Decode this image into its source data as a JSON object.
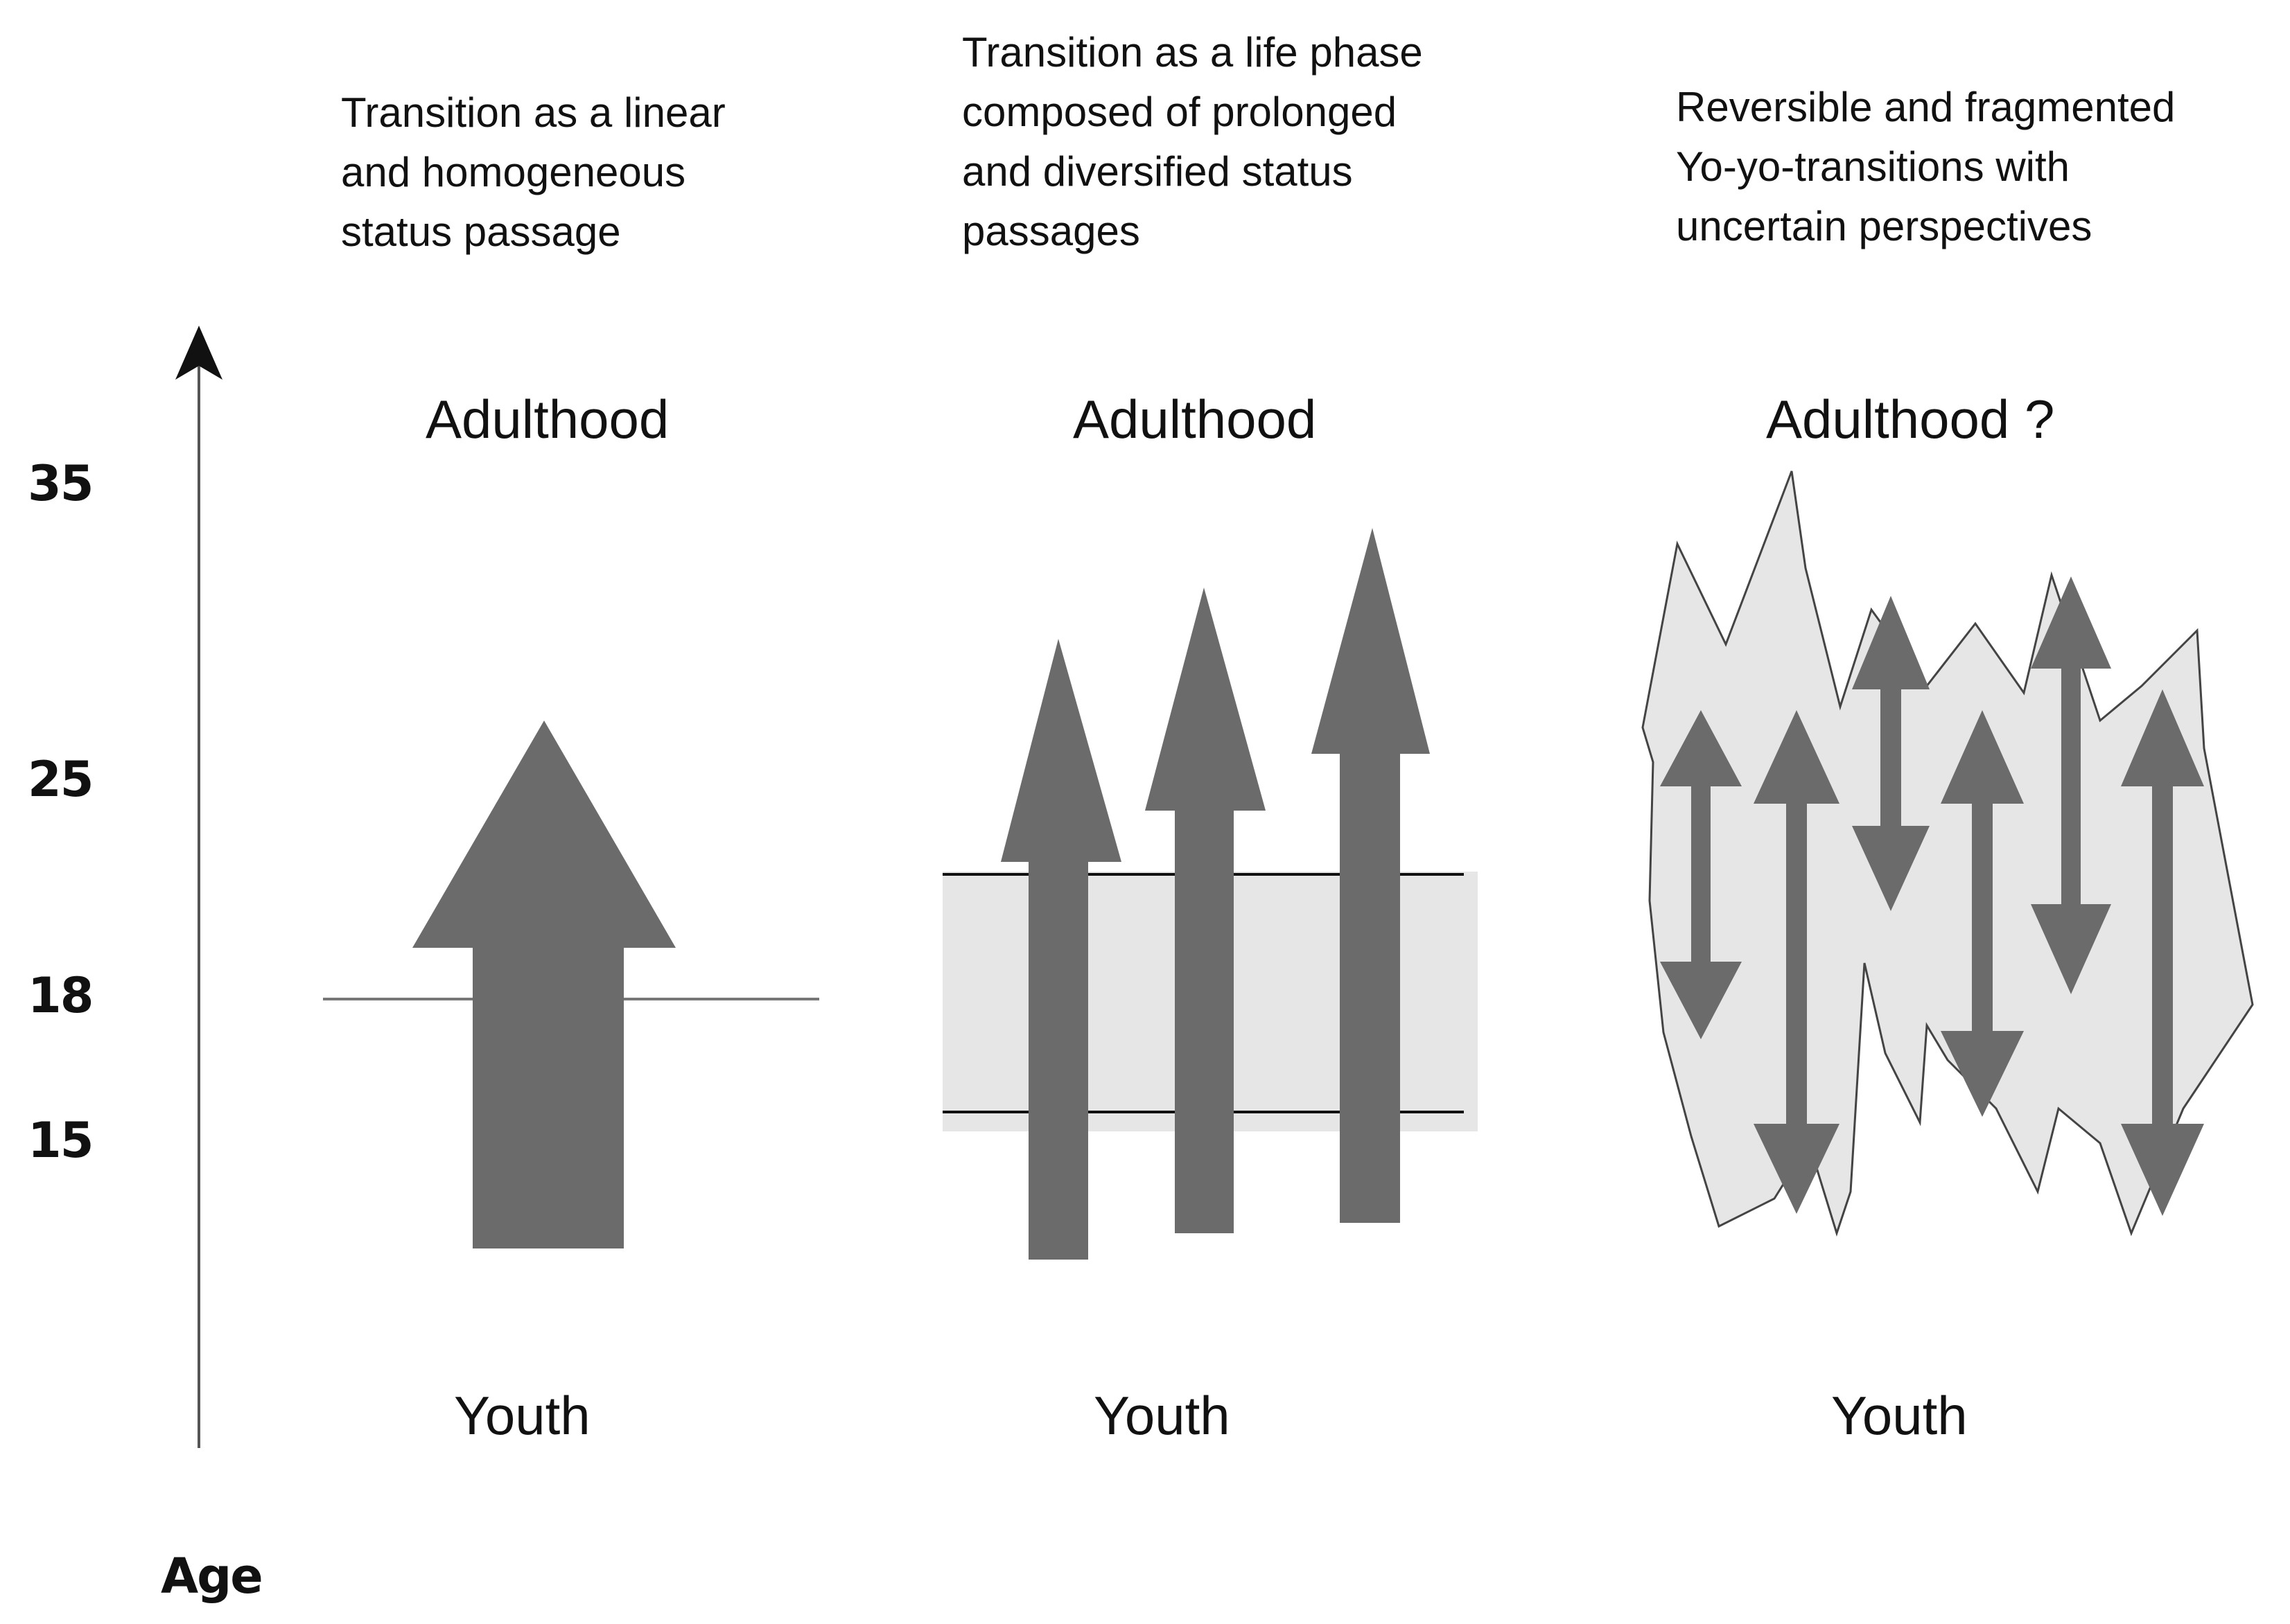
{
  "axis": {
    "title": "Age",
    "ticks": [
      "35",
      "25",
      "18",
      "15"
    ]
  },
  "panels": [
    {
      "description": [
        "Transition as a linear",
        "and homogeneous",
        "status passage"
      ],
      "top_label": "Adulthood",
      "bottom_label": "Youth"
    },
    {
      "description": [
        "Transition as a life phase",
        "composed of prolonged",
        "and diversified status",
        "passages"
      ],
      "top_label": "Adulthood",
      "bottom_label": "Youth"
    },
    {
      "description": [
        "Reversible and fragmented",
        "Yo-yo-transitions with",
        "uncertain perspectives"
      ],
      "top_label": "Adulthood ?",
      "bottom_label": "Youth"
    }
  ],
  "colors": {
    "arrow_fill": "#6b6b6b",
    "band_fill": "#e6e6e6",
    "axis_line": "#555555",
    "text": "#111111"
  }
}
